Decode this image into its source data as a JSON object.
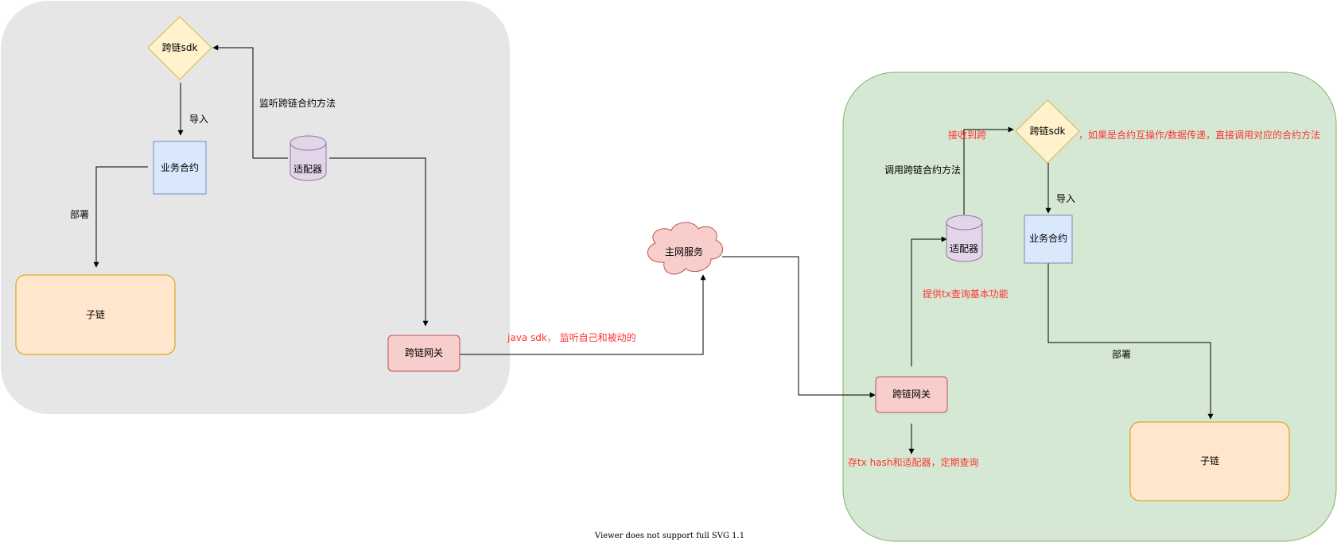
{
  "diagram": {
    "left_group": {
      "sdk": "跨链sdk",
      "contract": "业务合约",
      "subchain": "子链",
      "adapter": "适配器",
      "gateway": "跨链网关",
      "edge_import": "导入",
      "edge_deploy": "部署",
      "edge_listen": "监听跨链合约方法"
    },
    "mainnet": "主网服务",
    "edge_java_sdk": "java sdk， 监听自己和被动的",
    "right_group": {
      "sdk": "跨链sdk",
      "contract": "业务合约",
      "subchain": "子链",
      "adapter": "适配器",
      "gateway": "跨链网关",
      "edge_import": "导入",
      "edge_deploy": "部署",
      "edge_call": "调用跨链合约方法",
      "note_receive_left": "接收到跨",
      "note_receive_right": "，如果是合约互操作/数据传递，直接调用对应的合约方法",
      "note_provide_tx": "提供tx查询基本功能",
      "note_store_tx": "存tx hash和适配器，定期查询"
    },
    "footer": "Viewer does not support full SVG 1.1",
    "colors": {
      "left_group_fill": "#e6e6e6",
      "right_group_fill": "#d5e8d4",
      "right_group_stroke": "#82b366",
      "sdk_fill": "#fff2cc",
      "sdk_stroke": "#d6b656",
      "contract_fill": "#dae8fc",
      "contract_stroke": "#6c8ebf",
      "subchain_fill": "#ffe6cc",
      "subchain_stroke": "#d79b00",
      "adapter_fill": "#e1d5e7",
      "adapter_stroke": "#9673a6",
      "gateway_fill": "#f8cecc",
      "gateway_stroke": "#b85450",
      "annotation_text": "#ff3333"
    }
  }
}
